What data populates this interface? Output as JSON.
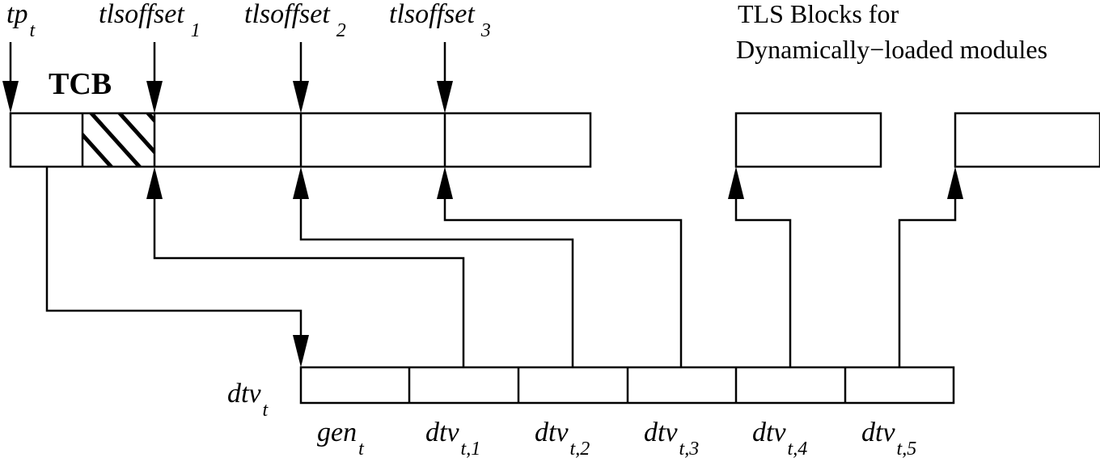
{
  "pointer_labels": {
    "tp": {
      "main": "tp",
      "sub": "t"
    },
    "tlsoffset1": {
      "main": "tlsoffset",
      "sub": "1"
    },
    "tlsoffset2": {
      "main": "tlsoffset",
      "sub": "2"
    },
    "tlsoffset3": {
      "main": "tlsoffset",
      "sub": "3"
    }
  },
  "tcb_label": "TCB",
  "dynamic_blocks_caption": {
    "line1": "TLS Blocks for",
    "line2": "Dynamically−loaded modules"
  },
  "dtv_label": {
    "main": "dtv",
    "sub": "t"
  },
  "dtv_cells": [
    {
      "main": "gen",
      "sub": "t"
    },
    {
      "main": "dtv",
      "sub": "t,1"
    },
    {
      "main": "dtv",
      "sub": "t,2"
    },
    {
      "main": "dtv",
      "sub": "t,3"
    },
    {
      "main": "dtv",
      "sub": "t,4"
    },
    {
      "main": "dtv",
      "sub": "t,5"
    }
  ]
}
